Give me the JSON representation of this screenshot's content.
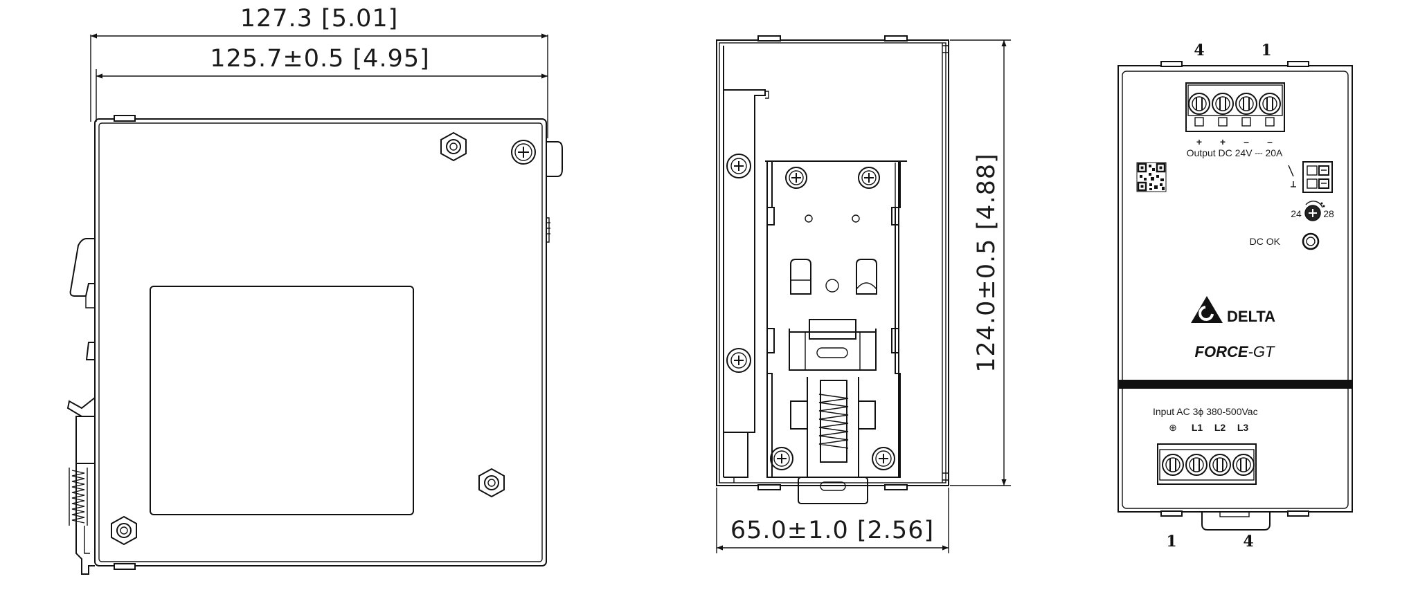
{
  "side_view": {
    "overall_width": "127.3 [5.01]",
    "body_width": "125.7±0.5 [4.95]"
  },
  "rear_view": {
    "depth": "65.0±1.0 [2.56]",
    "height": "124.0±0.5 [4.88]"
  },
  "front_view": {
    "top_pin_left": "4",
    "top_pin_right": "1",
    "output_polarities": [
      "+",
      "+",
      "–",
      "–"
    ],
    "output_label": "Output DC 24V ⎓ 20A",
    "adjust_min": "24",
    "adjust_max": "28",
    "dc_ok_label": "DC OK",
    "brand_name": "DELTA",
    "product_prefix": "FORCE",
    "product_suffix": "-GT",
    "input_label": "Input AC 3ϕ 380-500Vac",
    "ground_symbol": "⊕",
    "input_terminals": [
      "L1",
      "L2",
      "L3"
    ],
    "bottom_pin_left": "1",
    "bottom_pin_right": "4"
  }
}
